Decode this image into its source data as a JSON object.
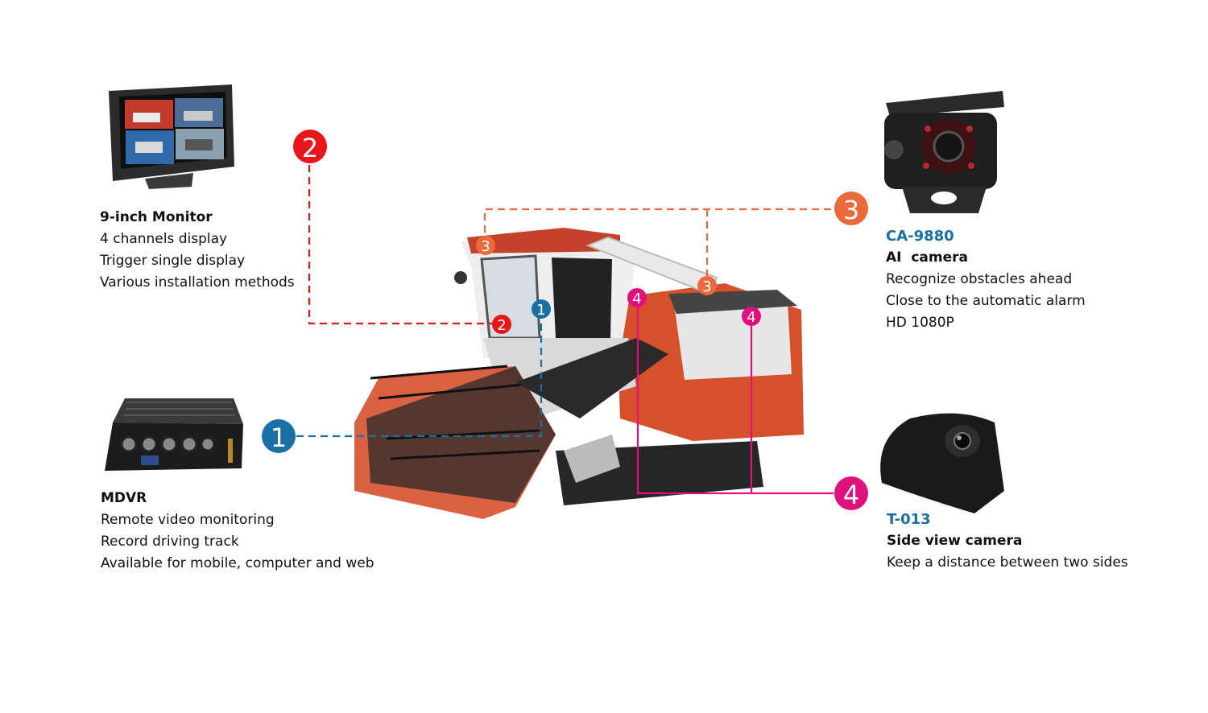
{
  "markers": {
    "mdvr": "1",
    "monitor": "2",
    "ai_camera": "3",
    "side_camera": "4"
  },
  "colors": {
    "mdvr": "#1a6fa5",
    "monitor": "#e8151b",
    "ai_camera": "#ea6a3c",
    "side_camera": "#e0117d",
    "model_text": "#1a6fa5",
    "harvester_body": "#d6502c"
  },
  "monitor": {
    "title": "9-inch Monitor",
    "features": [
      "4 channels display",
      "Trigger single display",
      "Various installation methods"
    ]
  },
  "mdvr": {
    "title": "MDVR",
    "features": [
      "Remote video monitoring",
      "Record driving track",
      "Available for mobile, computer and web"
    ]
  },
  "ai_camera": {
    "model": "CA-9880",
    "title": "AI  camera",
    "features": [
      "Recognize obstacles ahead",
      "Close to the automatic alarm",
      "HD 1080P"
    ]
  },
  "side_camera": {
    "model": "T-013",
    "title": "Side view camera",
    "features": [
      "Keep a distance between two sides"
    ]
  }
}
